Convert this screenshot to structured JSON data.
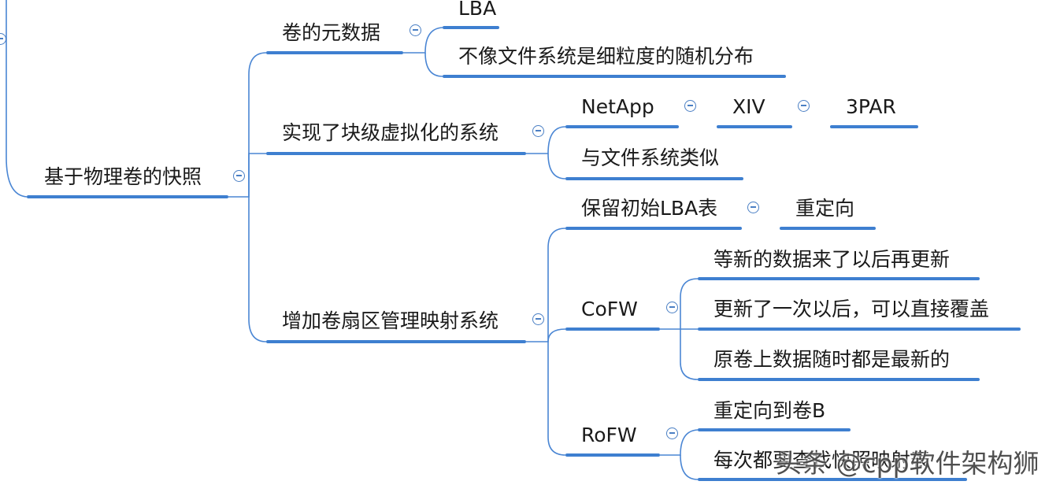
{
  "colors": {
    "line": "#3e7fd0",
    "text": "#1a1a1a",
    "background": "#ffffff"
  },
  "nodes": {
    "root": "基于物理卷的快照",
    "metadata": "卷的元数据",
    "lba": "LBA",
    "random": "不像文件系统是细粒度的随机分布",
    "block_virt": "实现了块级虚拟化的系统",
    "netapp": "NetApp",
    "xiv": "XIV",
    "threepar": "3PAR",
    "similar_fs": "与文件系统类似",
    "sector_map": "增加卷扇区管理映射系统",
    "keep_lba": "保留初始LBA表",
    "redirect": "重定向",
    "cofw": "CoFW",
    "cofw_1": "等新的数据来了以后再更新",
    "cofw_2": "更新了一次以后，可以直接覆盖",
    "cofw_3": "原卷上数据随时都是最新的",
    "rofw": "RoFW",
    "rofw_1": "重定向到卷B",
    "rofw_2": "每次都要查找快照映射表"
  },
  "watermark": "头条 @cpp软件架构狮"
}
